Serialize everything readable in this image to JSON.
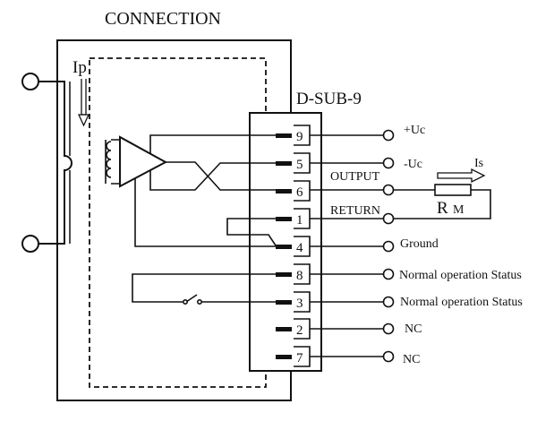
{
  "title": "CONNECTION",
  "connector": "D-SUB-9",
  "primary_current": "Ip",
  "secondary_current": "Is",
  "resistor": {
    "name": "R",
    "subscript": "M"
  },
  "net_labels": {
    "output": "OUTPUT",
    "return": "RETURN"
  },
  "pins": [
    {
      "number": "9",
      "signal": "+Uc"
    },
    {
      "number": "5",
      "signal": "-Uc"
    },
    {
      "number": "6",
      "signal": ""
    },
    {
      "number": "1",
      "signal": ""
    },
    {
      "number": "4",
      "signal": "Ground"
    },
    {
      "number": "8",
      "signal": "Normal operation Status"
    },
    {
      "number": "3",
      "signal": "Normal operation Status"
    },
    {
      "number": "2",
      "signal": "NC"
    },
    {
      "number": "7",
      "signal": "NC"
    }
  ]
}
